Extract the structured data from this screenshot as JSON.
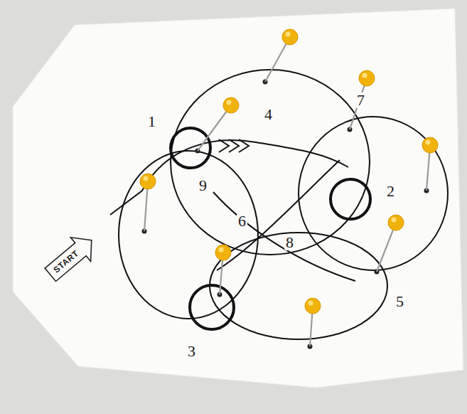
{
  "diagram": {
    "nodes": [
      {
        "text": [
          "START"
        ]
      }
    ],
    "labels": [
      "1",
      "4",
      "7",
      "9",
      "2",
      "6",
      "8",
      "5",
      "3"
    ]
  }
}
